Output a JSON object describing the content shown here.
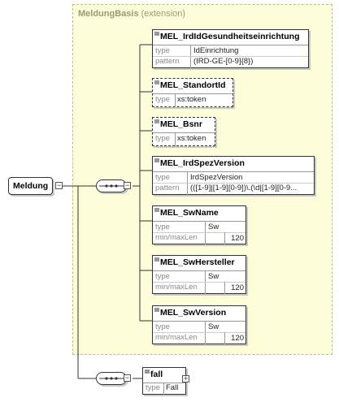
{
  "extension": {
    "name": "MeldungBasis",
    "suffix": "(extension)"
  },
  "root": {
    "name": "Meldung"
  },
  "fields": [
    {
      "name": "MEL_IrdIdGesundheitseinrichtung",
      "optional": false,
      "rows": [
        {
          "label": "type",
          "value": "IdEinrichtung"
        },
        {
          "label": "pattern",
          "value": "(IRD-GE-[0-9]{8})"
        }
      ]
    },
    {
      "name": "MEL_StandortId",
      "optional": true,
      "rows": [
        {
          "label": "type",
          "value": "xs:token"
        }
      ]
    },
    {
      "name": "MEL_Bsnr",
      "optional": true,
      "rows": [
        {
          "label": "type",
          "value": "xs:token"
        }
      ]
    },
    {
      "name": "MEL_IrdSpezVersion",
      "optional": false,
      "rows": [
        {
          "label": "type",
          "value": "IrdSpezVersion"
        },
        {
          "label": "pattern",
          "value": "(([1-9]|[1-9][0-9])\\.(\\d|[1-9][0-9..."
        }
      ]
    },
    {
      "name": "MEL_SwName",
      "optional": false,
      "rows": [
        {
          "label": "type",
          "value": "Sw"
        },
        {
          "label": "min/maxLen",
          "value": "",
          "num": "120"
        }
      ]
    },
    {
      "name": "MEL_SwHersteller",
      "optional": false,
      "rows": [
        {
          "label": "type",
          "value": "Sw"
        },
        {
          "label": "min/maxLen",
          "value": "",
          "num": "120"
        }
      ]
    },
    {
      "name": "MEL_SwVersion",
      "optional": false,
      "rows": [
        {
          "label": "type",
          "value": "Sw"
        },
        {
          "label": "min/maxLen",
          "value": "",
          "num": "120"
        }
      ]
    }
  ],
  "fall": {
    "name": "fall",
    "rows": [
      {
        "label": "type",
        "value": "Fall"
      }
    ]
  },
  "icons": {
    "sequence": "sequence-compositor-icon",
    "collapse": "minus-icon",
    "expand": "plus-icon"
  }
}
